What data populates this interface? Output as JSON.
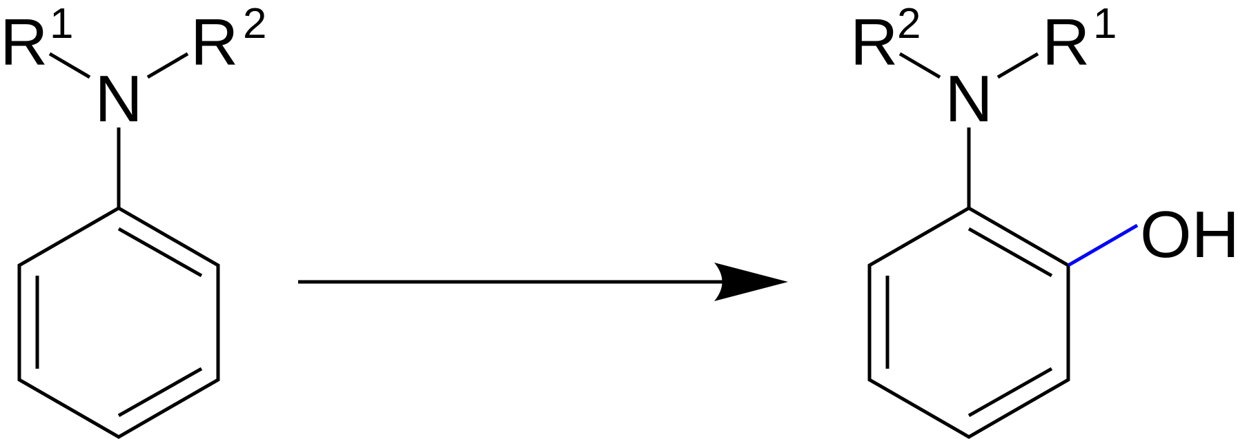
{
  "reactant": {
    "r1_label": "R",
    "r1_index": "1",
    "r2_label": "R",
    "r2_index": "2",
    "nitrogen_label": "N"
  },
  "product": {
    "r2_label": "R",
    "r2_index": "2",
    "r1_label": "R",
    "r1_index": "1",
    "nitrogen_label": "N",
    "hydroxyl_label": "OH"
  },
  "colors": {
    "bond": "#000000",
    "hydroxyl": "#0000ff"
  }
}
